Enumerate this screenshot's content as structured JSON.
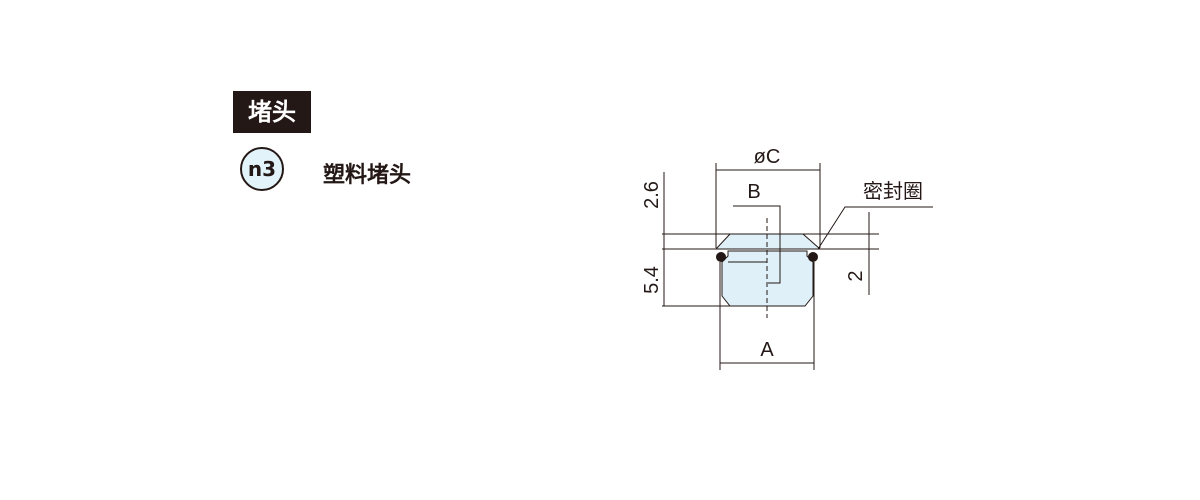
{
  "section": {
    "title": "堵头"
  },
  "item": {
    "badge": "n3",
    "name": "塑料堵头"
  },
  "drawing": {
    "labels": {
      "diameter": "øC",
      "b": "B",
      "a": "A",
      "seal": "密封圈"
    },
    "dimensions": {
      "top_height": "2.6",
      "body_height": "5.4",
      "seal_offset": "2"
    },
    "colors": {
      "body_fill": "#dff0f8",
      "line": "#231815"
    }
  }
}
